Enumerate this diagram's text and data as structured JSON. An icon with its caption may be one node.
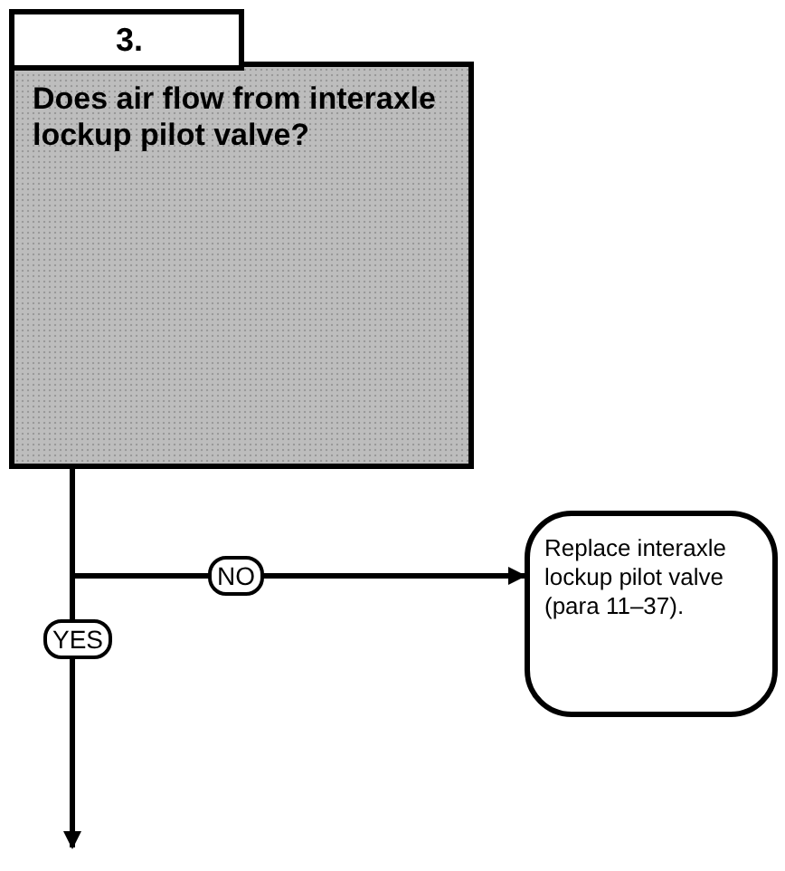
{
  "diagram": {
    "nodes": [
      {
        "text": [
          "3."
        ]
      },
      {
        "text": [
          "Does air flow from interaxle lockup pilot valve?"
        ]
      },
      {
        "text": [
          "Replace interaxle lockup pilot valve (para 11–37)."
        ]
      }
    ],
    "edges": [
      {
        "from": 1,
        "to": 2,
        "arrow": "to",
        "label": "NO"
      },
      {
        "from": 1,
        "to": null,
        "arrow": "to",
        "label": "YES"
      }
    ]
  }
}
